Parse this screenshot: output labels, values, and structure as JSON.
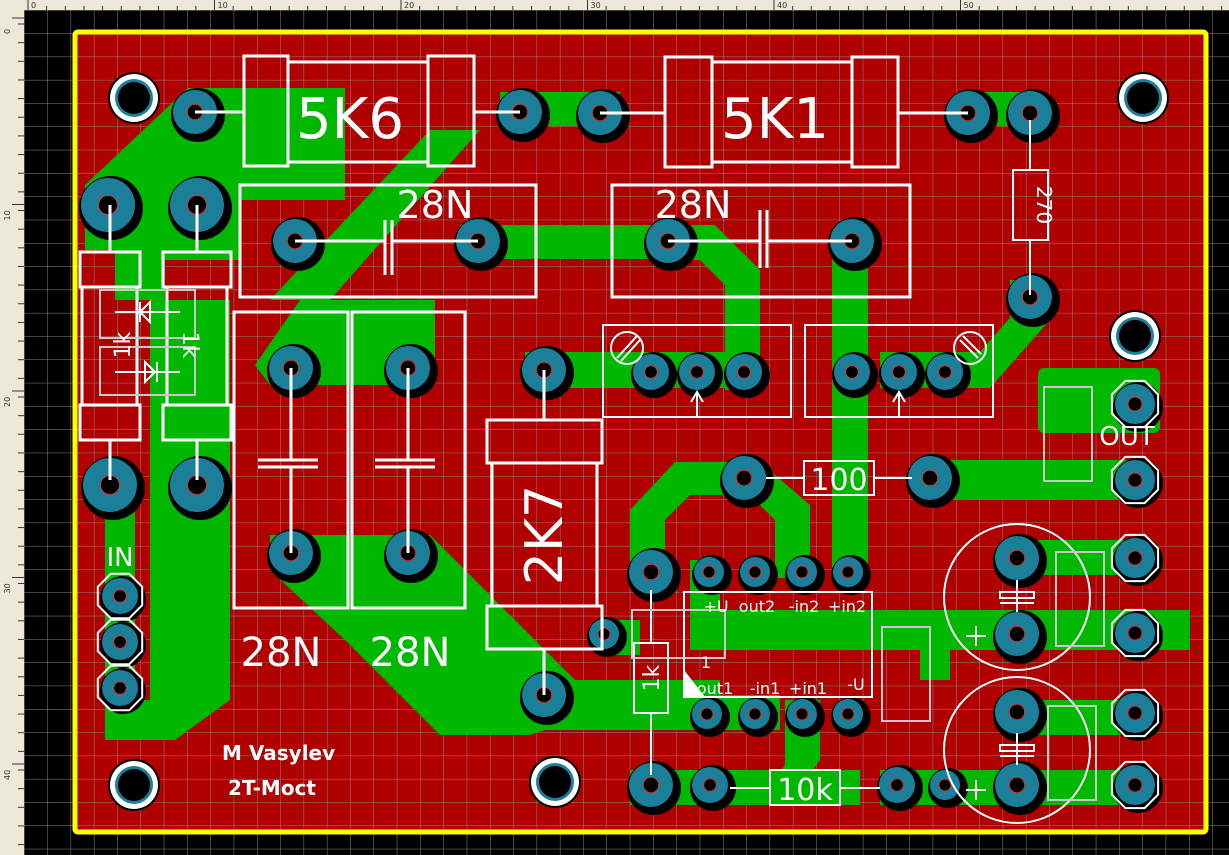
{
  "ruler": {
    "unit": "mm",
    "top_labels": [
      "0",
      "10",
      "20",
      "30",
      "40",
      "50"
    ],
    "left_labels": [
      "0",
      "10",
      "20",
      "30",
      "40"
    ]
  },
  "colors": {
    "background": "#000000",
    "grid": "#8a8a8a",
    "board": "#b00000",
    "outline": "#ffff00",
    "copper": "#00b800",
    "pad": "#1c7f9a",
    "silk": "#ffffff",
    "silk_dim": "#c8c8c8"
  },
  "board": {
    "author": "M Vasylev",
    "project": "2T-Moct"
  },
  "components": {
    "r_5k6": {
      "label": "5K6",
      "type": "resistor"
    },
    "r_5k1": {
      "label": "5K1",
      "type": "resistor"
    },
    "c_top_left": {
      "label": "28N",
      "type": "capacitor"
    },
    "c_top_right": {
      "label": "28N",
      "type": "capacitor"
    },
    "c_mid_left": {
      "label": "28N",
      "type": "capacitor"
    },
    "c_mid_right": {
      "label": "28N",
      "type": "capacitor"
    },
    "r_270": {
      "label": "270",
      "type": "resistor"
    },
    "r_2k7": {
      "label": "2K7",
      "type": "resistor"
    },
    "r_100": {
      "label": "100",
      "type": "resistor"
    },
    "r_10k": {
      "label": "10k",
      "type": "resistor"
    },
    "r_1k_bottom": {
      "label": "1k",
      "type": "resistor"
    },
    "r_1k_left_a": {
      "label": "1k",
      "type": "resistor"
    },
    "r_1k_left_b": {
      "label": "1k",
      "type": "resistor"
    },
    "c_elec_top": {
      "label": "+",
      "type": "electrolytic"
    },
    "c_elec_bottom": {
      "label": "+",
      "type": "electrolytic"
    }
  },
  "connectors": {
    "in_label": "IN",
    "out_label": "OUT"
  },
  "opamp": {
    "pin1_marker": "1",
    "top_pins": [
      "+U",
      "out2",
      "-in2",
      "+in2"
    ],
    "bottom_pins": [
      "out1",
      "-in1",
      "+in1",
      "-U"
    ]
  },
  "trimmers": [
    {
      "name": "trimmer-left"
    },
    {
      "name": "trimmer-right"
    }
  ]
}
